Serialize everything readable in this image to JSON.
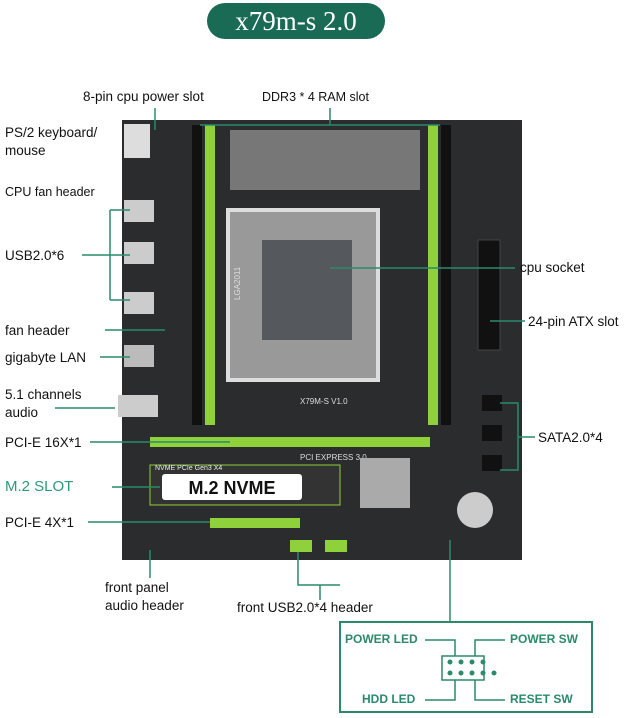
{
  "title": "x79m-s 2.0",
  "labels": {
    "cpu_power": "8-pin cpu power slot",
    "ram": "DDR3 * 4 RAM slot",
    "ps2": "PS/2 keyboard/",
    "ps2b": "mouse",
    "cpu_fan": "CPU fan header",
    "usb": "USB2.0*6",
    "fan": "fan header",
    "lan": "gigabyte LAN",
    "audio": "5.1 channels",
    "audiob": "audio",
    "pcie16": "PCI-E 16X*1",
    "m2": "M.2 SLOT",
    "pcie4": "PCI-E 4X*1",
    "fpaudio": "front panel",
    "fpaudiob": "audio header",
    "fusb": "front USB2.0*4 header",
    "socket": "cpu socket",
    "atx": "24-pin ATX slot",
    "sata": "SATA2.0*4"
  },
  "board": {
    "socket_label": "LGA2011",
    "model": "X79M-S  V1.0",
    "pcie_text": "PCI EXPRESS 3.0",
    "m2_badge": "M.2 NVME",
    "m2_text": "NVME PCIe Gen3 X4"
  },
  "front_panel": {
    "power_led": "POWER LED",
    "power_sw": "POWER SW",
    "hdd_led": "HDD  LED",
    "reset_sw": "RESET SW"
  },
  "colors": {
    "accent": "#1a6b55",
    "slot_green": "#8fd13a",
    "line": "#2a8a6a"
  }
}
